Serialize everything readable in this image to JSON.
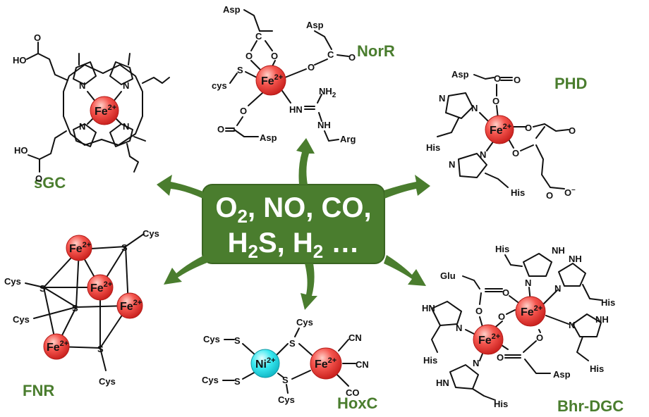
{
  "center": {
    "line1_parts": [
      {
        "t": "O",
        "sub": "2"
      },
      {
        "t": ", NO, CO,"
      }
    ],
    "line2_parts": [
      {
        "t": "H",
        "sub": "2"
      },
      {
        "t": "S, H"
      },
      {
        "sub": "2"
      },
      {
        "t": " …"
      }
    ],
    "box_color": "#4a7d2e"
  },
  "accent_color": "#4a7d2e",
  "ions": {
    "fe": "Fe",
    "ni": "Ni",
    "charge": "2+",
    "fe_color": "#f03a3a",
    "ni_color": "#2fe6ee"
  },
  "panels": {
    "sgc": {
      "title": "sGC",
      "ho_top": "HO",
      "ho_bottom": "HO",
      "o_top": "O",
      "o_bottom": "O",
      "n": "N"
    },
    "norr": {
      "title": "NorR",
      "asp": "Asp",
      "cys": "cys",
      "s": "S",
      "o": "O",
      "c": "C",
      "nh2": "NH",
      "nh2_sub": "2",
      "nh": "NH",
      "hn": "HN",
      "arg": "Arg"
    },
    "phd": {
      "title": "PHD",
      "asp": "Asp",
      "his": "His",
      "o": "O",
      "n": "N",
      "nh": "N",
      "minus": "O",
      "charge_minus": "–"
    },
    "fnr": {
      "title": "FNR",
      "cys": "Cys",
      "s": "S"
    },
    "hoxc": {
      "title": "HoxC",
      "cys": "Cys",
      "s": "S",
      "cn": "CN",
      "co": "CO"
    },
    "bhr": {
      "title": "Bhr-DGC",
      "his": "His",
      "glu": "Glu",
      "asp": "Asp",
      "o": "O",
      "n": "N",
      "nh": "NH",
      "hn": "HN"
    }
  }
}
